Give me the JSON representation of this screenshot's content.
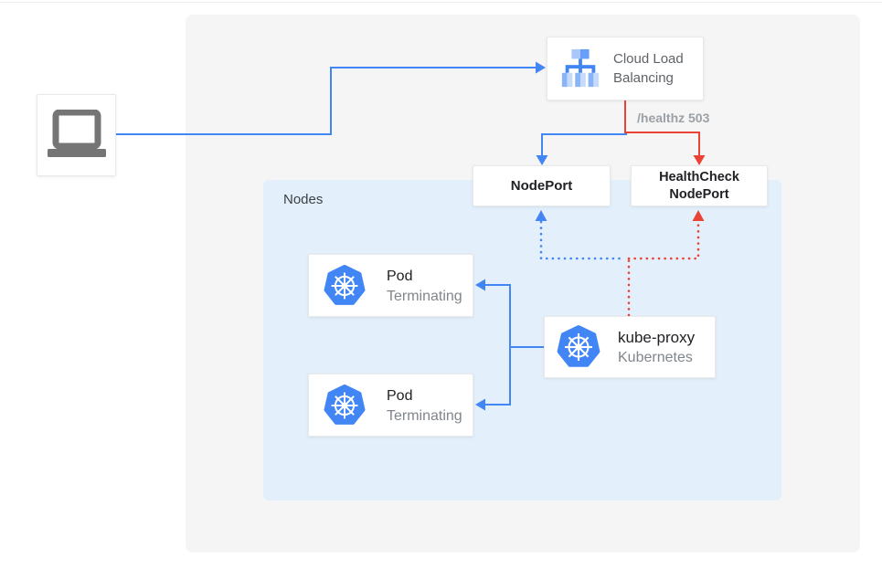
{
  "colors": {
    "blue": "#4285F4",
    "red": "#EA4335",
    "canvas_bg": "#F5F5F5",
    "nodes_bg": "#E3F0FC",
    "text_primary": "#202124",
    "text_secondary": "#80868B",
    "annotation_gray": "#9AA0A6",
    "laptop_gray": "#757575"
  },
  "client": {
    "icon": "laptop-icon"
  },
  "cloud_load_balancing": {
    "icon": "load-balancer-icon",
    "label_line1": "Cloud Load",
    "label_line2": "Balancing"
  },
  "annotation": {
    "healthz": "/healthz 503"
  },
  "nodeport": {
    "label": "NodePort"
  },
  "healthcheck_nodeport": {
    "label_line1": "HealthCheck",
    "label_line2": "NodePort"
  },
  "nodes_group": {
    "label": "Nodes"
  },
  "pods": [
    {
      "icon": "kubernetes-icon",
      "title": "Pod",
      "status": "Terminating"
    },
    {
      "icon": "kubernetes-icon",
      "title": "Pod",
      "status": "Terminating"
    }
  ],
  "kube_proxy": {
    "icon": "kubernetes-icon",
    "title": "kube-proxy",
    "subtitle": "Kubernetes"
  }
}
